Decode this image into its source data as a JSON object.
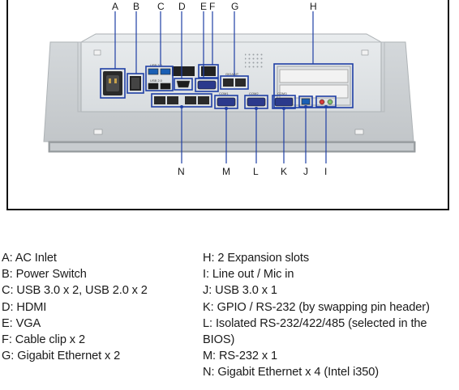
{
  "callout_letters": {
    "top": [
      "A",
      "B",
      "C",
      "D",
      "E",
      "F",
      "G",
      "H"
    ],
    "bottom": [
      "N",
      "M",
      "L",
      "K",
      "J",
      "I"
    ]
  },
  "port_labels": {
    "usb_top": "USB 3.0",
    "usb_bottom": "USB 2.0",
    "gigabit": "GIGABIT",
    "com1": "COM1",
    "com2": "COM2",
    "com3": "COM3"
  },
  "legend": {
    "left": [
      {
        "key": "A:",
        "text": "AC Inlet"
      },
      {
        "key": "B:",
        "text": "Power Switch"
      },
      {
        "key": "C:",
        "text": "USB 3.0 x 2, USB 2.0 x 2"
      },
      {
        "key": "D:",
        "text": "HDMI"
      },
      {
        "key": "E:",
        "text": "VGA"
      },
      {
        "key": "F:",
        "text": "Cable clip x 2"
      },
      {
        "key": "G:",
        "text": "Gigabit Ethernet x 2"
      }
    ],
    "right": [
      {
        "key": "H:",
        "text": "2 Expansion slots"
      },
      {
        "key": "I:",
        "text": "Line out / Mic in"
      },
      {
        "key": "J:",
        "text": "USB 3.0 x 1"
      },
      {
        "key": "K:",
        "text": "GPIO / RS-232 (by swapping pin header)"
      },
      {
        "key": "L:",
        "text": "Isolated RS-232/422/485 (selected in the BIOS)"
      },
      {
        "key": "M:",
        "text": "RS-232 x 1"
      },
      {
        "key": "N:",
        "text": "Gigabit Ethernet x 4 (Intel i350)"
      }
    ]
  }
}
